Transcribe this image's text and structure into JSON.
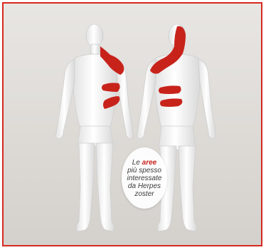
{
  "caption": {
    "line1_prefix": "Le",
    "line1_accent": "aree",
    "line2": "più spesso",
    "line3": "interessate",
    "line4": "da Herpes",
    "line5": "zoster"
  },
  "colors": {
    "border": "#d7281f",
    "highlight": "#c8231b",
    "body": "#f4f4f4",
    "background": "#e3e1de"
  },
  "figures": [
    {
      "view": "front",
      "highlighted_areas": [
        "neck-shoulder",
        "chest-band",
        "abdomen-band"
      ]
    },
    {
      "view": "back",
      "highlighted_areas": [
        "neck-shoulder",
        "back-band-upper",
        "back-band-lower"
      ]
    }
  ]
}
